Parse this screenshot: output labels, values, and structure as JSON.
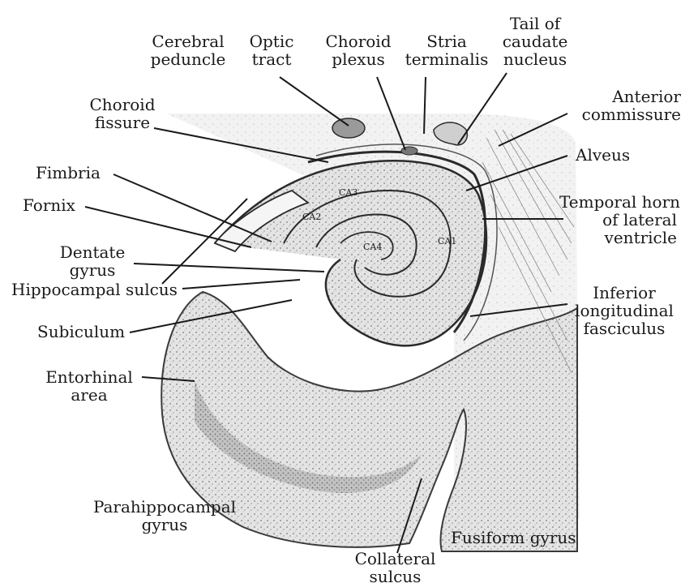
{
  "labels": {
    "cerebral_peduncle": [
      "Cerebral",
      "peduncle"
    ],
    "optic_tract": [
      "Optic",
      "tract"
    ],
    "choroid_plexus": [
      "Choroid",
      "plexus"
    ],
    "stria_terminalis": [
      "Stria",
      "terminalis"
    ],
    "tail_caudate": [
      "Tail of",
      "caudate",
      "nucleus"
    ],
    "anterior_commissure": [
      "Anterior",
      "commissure"
    ],
    "choroid_fissure": [
      "Choroid",
      "fissure"
    ],
    "alveus": "Alveus",
    "fimbria": "Fimbria",
    "temporal_horn": [
      "Temporal horn",
      "of lateral",
      "ventricle"
    ],
    "fornix": "Fornix",
    "dentate_gyrus": [
      "Dentate",
      "gyrus"
    ],
    "hippocampal_sulcus": "Hippocampal sulcus",
    "inferior_long_fasc": [
      "Inferior",
      "longitudinal",
      "fasciculus"
    ],
    "subiculum": "Subiculum",
    "entorhinal_area": [
      "Entorhinal",
      "area"
    ],
    "parahippocampal_gyrus": [
      "Parahippocampal",
      "gyrus"
    ],
    "fusiform_gyrus": "Fusiform gyrus",
    "collateral_sulcus": [
      "Collateral",
      "sulcus"
    ]
  },
  "region_labels": {
    "ca1": "CA1",
    "ca2": "CA2",
    "ca3": "CA3",
    "ca4": "CA4"
  },
  "colors": {
    "ink": "#1a1a1a",
    "tissue": "#d9d9d9",
    "tissue_dark": "#8c8c8c",
    "background": "#ffffff"
  }
}
